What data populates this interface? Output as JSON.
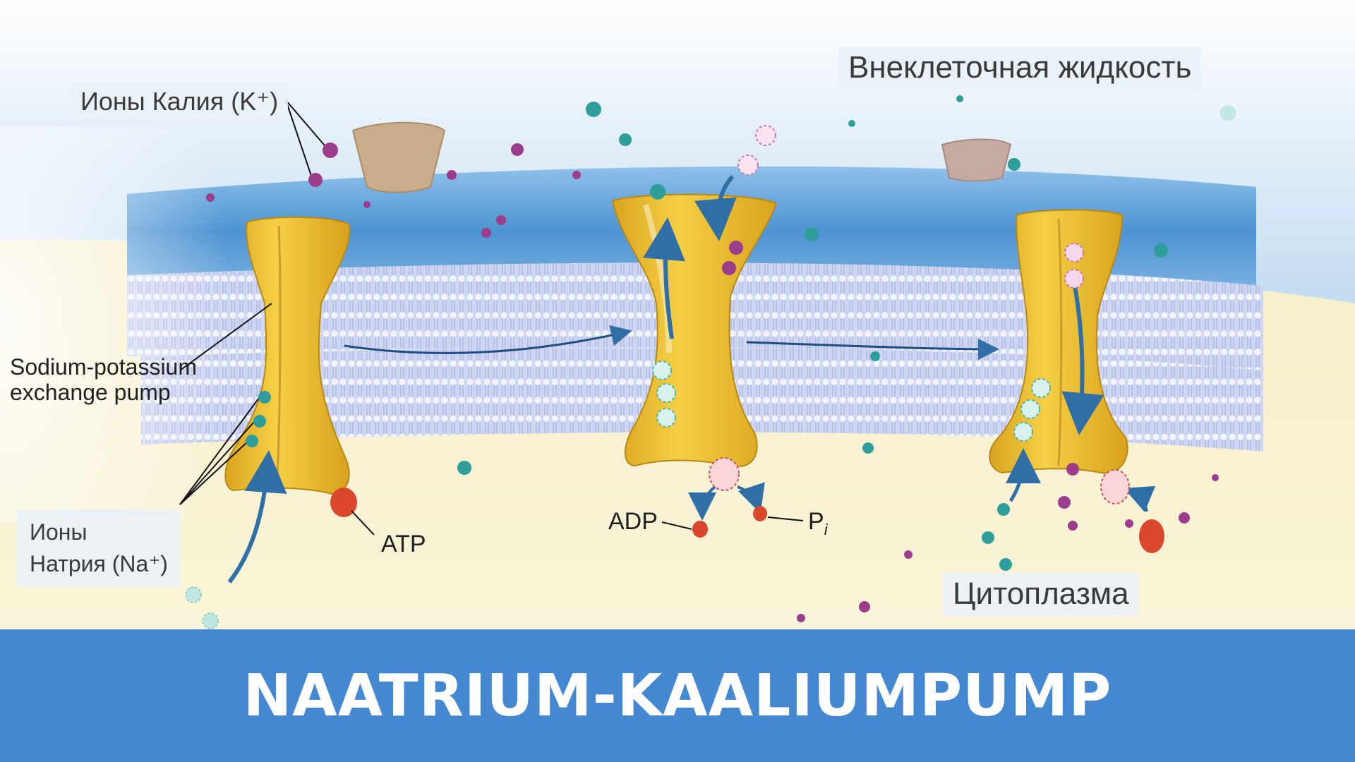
{
  "labels": {
    "potassium_ions": "Ионы Калия (K⁺)",
    "extracellular_fluid": "Внеклеточная жидкость",
    "pump": [
      "Sodium-potassium",
      "exchange pump"
    ],
    "sodium_ions": [
      "Ионы",
      "Натрия (Na⁺)"
    ],
    "atp": "ATP",
    "adp": "ADP",
    "pi": "P",
    "pi_subscript": "i",
    "cytoplasm": "Цитоплазма"
  },
  "banner": {
    "title": "NAATRIUM-KAALIUMPUMP"
  },
  "colors": {
    "banner": "#4588d2",
    "extracellular": "#c3dcf2",
    "membrane_top": "#4b8fd0",
    "cytoplasm": "#f7eec0",
    "pump_protein": "#efc43a",
    "sodium_ion": "#2f9e9a",
    "potassium_ion": "#9b3d8a",
    "atp": "#d9482c",
    "arrows": "#2f6ea6"
  }
}
